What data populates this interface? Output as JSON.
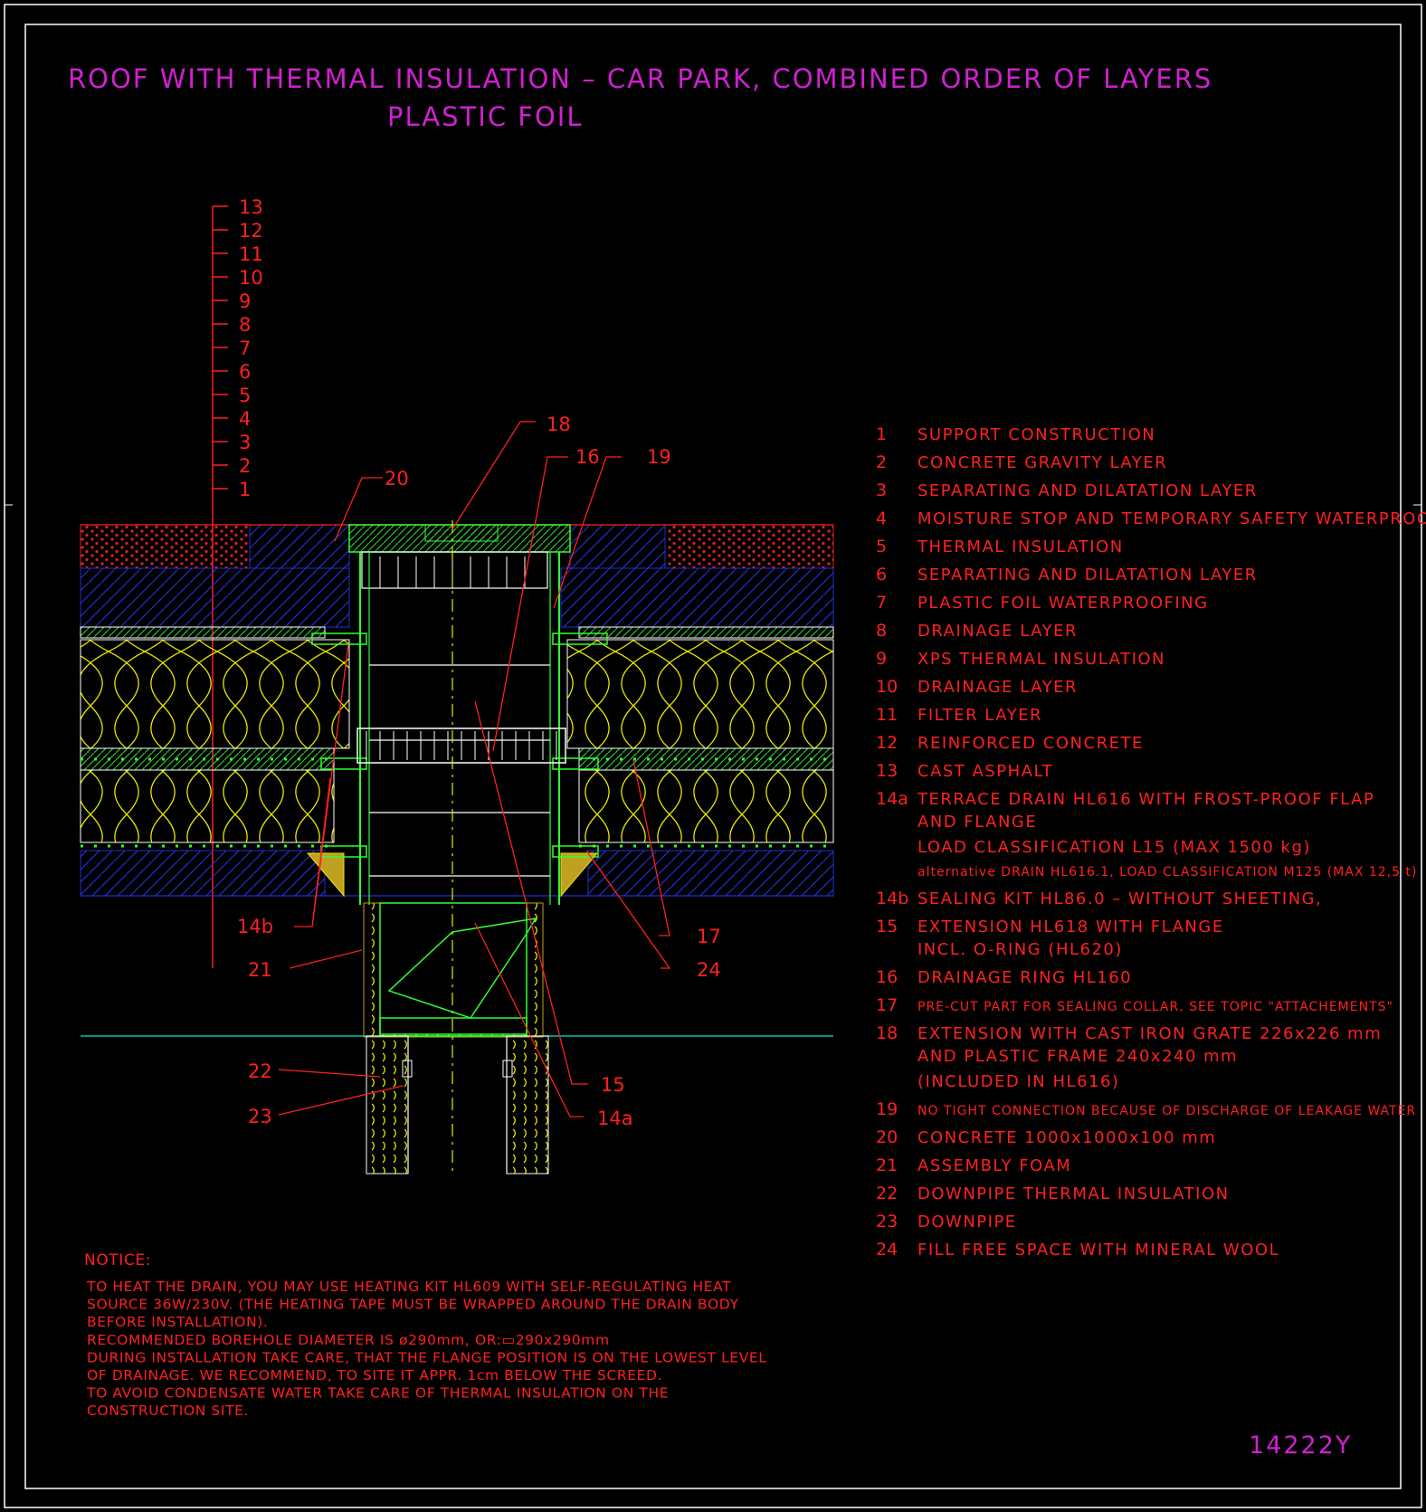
{
  "title": {
    "line1": "ROOF WITH THERMAL INSULATION – CAR PARK, COMBINED ORDER OF LAYERS",
    "line2": "PLASTIC FOIL"
  },
  "scale_labels": [
    "13",
    "12",
    "11",
    "10",
    "9",
    "8",
    "7",
    "6",
    "5",
    "4",
    "3",
    "2",
    "1"
  ],
  "callouts": {
    "c18": "18",
    "c16": "16",
    "c19": "19",
    "c20": "20",
    "c14b": "14b",
    "c21": "21",
    "c17": "17",
    "c24": "24",
    "c22": "22",
    "c23": "23",
    "c15": "15",
    "c14a": "14a"
  },
  "legend": [
    {
      "num": "1",
      "text": "SUPPORT CONSTRUCTION"
    },
    {
      "num": "2",
      "text": "CONCRETE GRAVITY LAYER"
    },
    {
      "num": "3",
      "text": "SEPARATING AND DILATATION LAYER"
    },
    {
      "num": "4",
      "text": "MOISTURE STOP AND TEMPORARY SAFETY WATERPROOFING"
    },
    {
      "num": "5",
      "text": "THERMAL INSULATION"
    },
    {
      "num": "6",
      "text": "SEPARATING AND DILATATION LAYER"
    },
    {
      "num": "7",
      "text": "PLASTIC FOIL WATERPROOFING"
    },
    {
      "num": "8",
      "text": "DRAINAGE LAYER"
    },
    {
      "num": "9",
      "text": "XPS THERMAL INSULATION"
    },
    {
      "num": "10",
      "text": "DRAINAGE LAYER"
    },
    {
      "num": "11",
      "text": "FILTER LAYER"
    },
    {
      "num": "12",
      "text": "REINFORCED CONCRETE"
    },
    {
      "num": "13",
      "text": "CAST ASPHALT"
    },
    {
      "num": "14a",
      "text": "TERRACE DRAIN HL616 WITH FROST-PROOF FLAP",
      "text2": "AND FLANGE",
      "text3": "LOAD CLASSIFICATION L15 (MAX 1500 kg)",
      "small": "alternative DRAIN HL616.1, LOAD CLASSIFICATION M125 (MAX 12,5 t)"
    },
    {
      "num": "14b",
      "text": "SEALING KIT HL86.0 – WITHOUT SHEETING,"
    },
    {
      "num": "15",
      "text": "EXTENSION HL618 WITH FLANGE",
      "text2": "INCL. O-RING (HL620)"
    },
    {
      "num": "16",
      "text": "DRAINAGE RING HL160"
    },
    {
      "num": "17",
      "small": "PRE-CUT PART FOR SEALING COLLAR, SEE TOPIC \"ATTACHEMENTS\""
    },
    {
      "num": "18",
      "text": "EXTENSION WITH CAST IRON GRATE 226x226 mm",
      "text2": "AND PLASTIC FRAME 240x240 mm",
      "text3": "(INCLUDED IN HL616)"
    },
    {
      "num": "19",
      "small": "NO TIGHT CONNECTION BECAUSE OF DISCHARGE OF LEAKAGE WATER"
    },
    {
      "num": "20",
      "text": "CONCRETE 1000x1000x100 mm"
    },
    {
      "num": "21",
      "text": "ASSEMBLY FOAM"
    },
    {
      "num": "22",
      "text": "DOWNPIPE THERMAL INSULATION"
    },
    {
      "num": "23",
      "text": "DOWNPIPE"
    },
    {
      "num": "24",
      "text": "FILL FREE SPACE WITH MINERAL WOOL"
    }
  ],
  "notice": {
    "heading": "NOTICE:",
    "lines": [
      "TO HEAT THE DRAIN, YOU MAY USE HEATING KIT HL609 WITH SELF-REGULATING HEAT",
      "SOURCE 36W/230V. (THE HEATING TAPE MUST BE WRAPPED AROUND THE DRAIN BODY",
      "BEFORE INSTALLATION).",
      "RECOMMENDED BOREHOLE DIAMETER IS ø290mm, OR:▭290x290mm",
      "DURING INSTALLATION TAKE CARE, THAT THE FLANGE POSITION IS ON THE LOWEST LEVEL",
      "OF DRAINAGE. WE RECOMMEND, TO SITE IT APPR. 1cm BELOW THE SCREED.",
      "TO AVOID CONDENSATE WATER TAKE CARE OF THERMAL INSULATION ON THE",
      "CONSTRUCTION SITE."
    ]
  },
  "drawing_code": "14222Y",
  "colors": {
    "background": "#000000",
    "title": "#d020d0",
    "text": "#ff2020",
    "frame": "#ffffff",
    "concrete_hatch": "#2030d0",
    "insulation": "#e8e800",
    "drain": "#40ff40",
    "grate": "#ffffff"
  }
}
